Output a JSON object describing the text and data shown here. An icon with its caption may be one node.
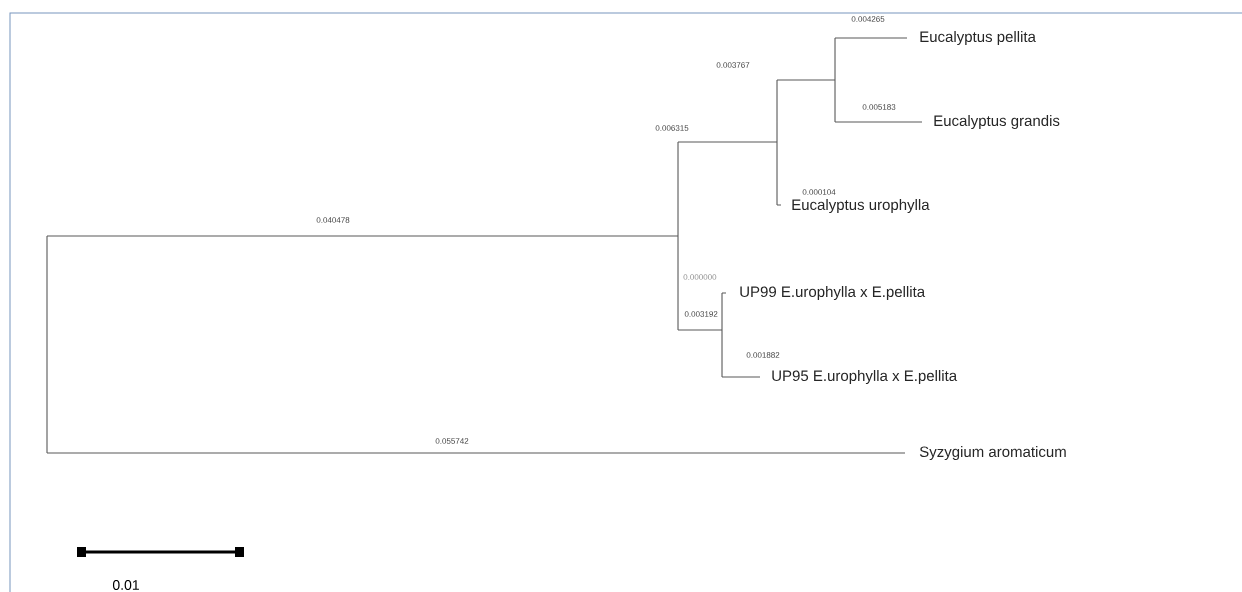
{
  "diagram": {
    "labels": [
      "0.004265",
      "Eucalyptus pellita",
      "0.003767",
      "0.005183",
      "Eucalyptus grandis",
      "0.006315",
      "0.000104",
      "Eucalyptus urophylla",
      "0.040478",
      "0.000000",
      "UP99 E.urophylla x E.pellita",
      "0.003192",
      "0.001882",
      "UP95 E.urophylla x E.pellita",
      "0.055742",
      "Syzygium aromaticum",
      "0.01"
    ]
  }
}
